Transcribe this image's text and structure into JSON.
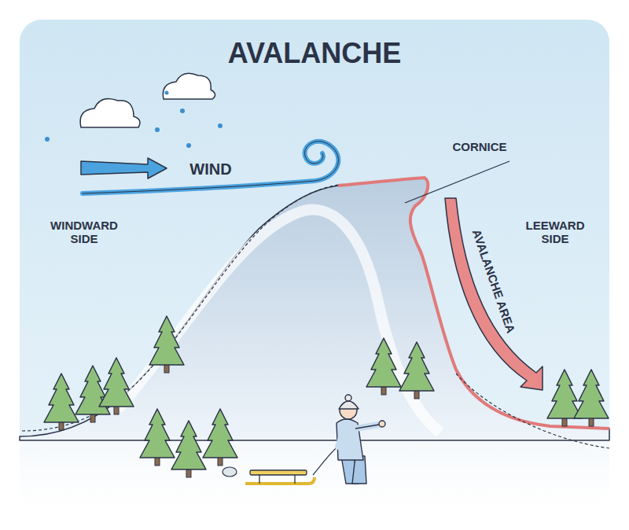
{
  "diagram": {
    "title": "AVALANCHE",
    "labels": [
      "WIND",
      "CORNICE",
      "WINDWARD SIDE",
      "LEEWARD SIDE",
      "AVALANCHE AREA"
    ]
  }
}
